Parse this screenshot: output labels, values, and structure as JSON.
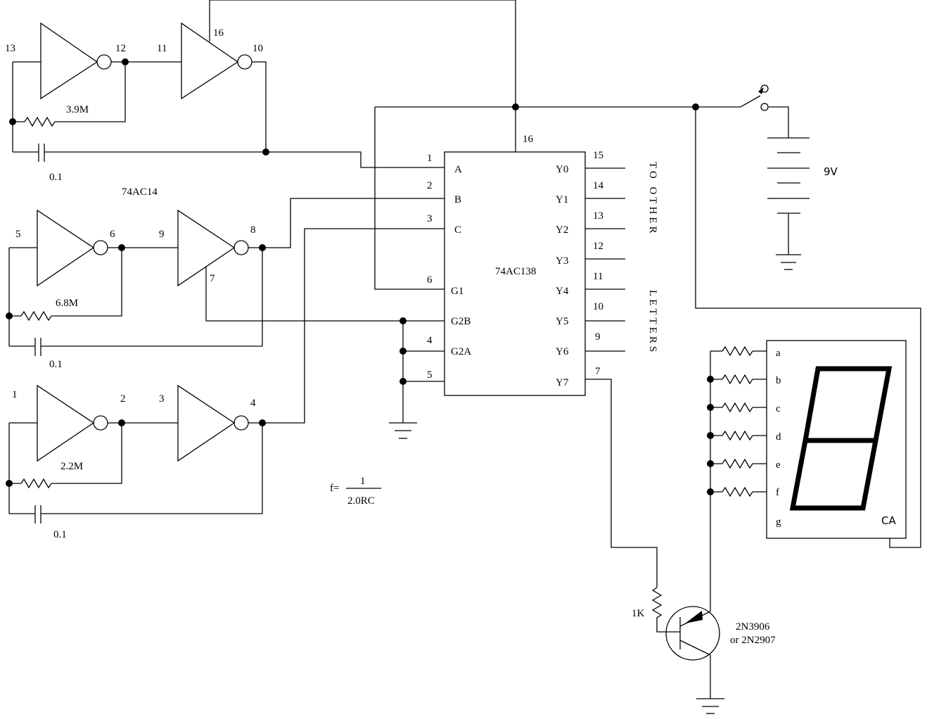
{
  "inverter_ic": "74AC14",
  "decoder_ic": "74AC138",
  "oscillators": [
    {
      "resistor": "3.9M",
      "capacitor": "0.1",
      "pin_in": "13",
      "pin_mid1": "12",
      "pin_mid2": "11",
      "pin_out": "10"
    },
    {
      "resistor": "6.8M",
      "capacitor": "0.1",
      "pin_in": "5",
      "pin_mid1": "6",
      "pin_mid2": "9",
      "pin_out": "8"
    },
    {
      "resistor": "2.2M",
      "capacitor": "0.1",
      "pin_in": "1",
      "pin_mid1": "2",
      "pin_mid2": "3",
      "pin_out": "4"
    }
  ],
  "inverter_pins": {
    "vcc": "16",
    "gnd": "7"
  },
  "decoder_inputs": [
    {
      "name": "A",
      "pin": "1"
    },
    {
      "name": "B",
      "pin": "2"
    },
    {
      "name": "C",
      "pin": "3"
    },
    {
      "name": "G1",
      "pin": "6"
    },
    {
      "name": "G2B",
      "pin": ""
    },
    {
      "name": "G2A",
      "pin": "4"
    },
    {
      "name": "",
      "pin": "5"
    }
  ],
  "decoder_vcc_pin": "16",
  "decoder_outputs": [
    {
      "name": "Y0",
      "pin": "15"
    },
    {
      "name": "Y1",
      "pin": "14"
    },
    {
      "name": "Y2",
      "pin": "13"
    },
    {
      "name": "Y3",
      "pin": "12"
    },
    {
      "name": "Y4",
      "pin": "11"
    },
    {
      "name": "Y5",
      "pin": "10"
    },
    {
      "name": "Y6",
      "pin": "9"
    },
    {
      "name": "Y7",
      "pin": "7"
    }
  ],
  "note_vertical_1": "TO OTHER",
  "note_vertical_2": "LETTERS",
  "battery_label": "9V",
  "formula": {
    "lhs": "f=",
    "numerator": "1",
    "denominator": "2.0RC"
  },
  "display_segments": [
    "a",
    "b",
    "c",
    "d",
    "e",
    "f",
    "g"
  ],
  "display_common": "CA",
  "base_resistor": "1K",
  "transistor": {
    "line1": "2N3906",
    "line2": "or 2N2907"
  }
}
